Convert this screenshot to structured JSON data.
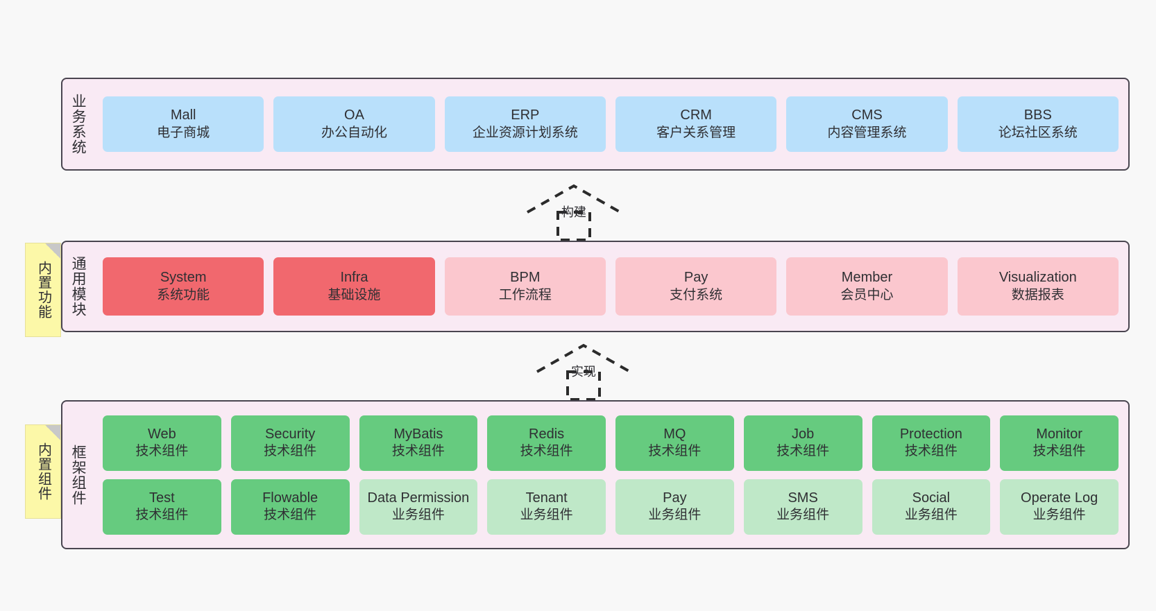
{
  "diagram": {
    "background": "#f8f8f8",
    "band_background": "#f9eaf4",
    "band_border": "#4a4550",
    "colors": {
      "business": "#b9e0fb",
      "module_core": "#f1686e",
      "module_normal": "#fbc7ce",
      "tech_component": "#66cb7f",
      "biz_component": "#bfe8c8",
      "note": "#fcf8a8",
      "note_fold": "#c8c8c8"
    }
  },
  "bands": {
    "business": {
      "label": "业务系统",
      "items": [
        {
          "title": "Mall",
          "sub": "电子商城"
        },
        {
          "title": "OA",
          "sub": "办公自动化"
        },
        {
          "title": "ERP",
          "sub": "企业资源计划系统"
        },
        {
          "title": "CRM",
          "sub": "客户关系管理"
        },
        {
          "title": "CMS",
          "sub": "内容管理系统"
        },
        {
          "title": "BBS",
          "sub": "论坛社区系统"
        }
      ]
    },
    "modules": {
      "label": "通用模块",
      "note": "内置功能",
      "items": [
        {
          "title": "System",
          "sub": "系统功能",
          "tone": "red"
        },
        {
          "title": "Infra",
          "sub": "基础设施",
          "tone": "red"
        },
        {
          "title": "BPM",
          "sub": "工作流程",
          "tone": "pink"
        },
        {
          "title": "Pay",
          "sub": "支付系统",
          "tone": "pink"
        },
        {
          "title": "Member",
          "sub": "会员中心",
          "tone": "pink"
        },
        {
          "title": "Visualization",
          "sub": "数据报表",
          "tone": "pink"
        }
      ]
    },
    "framework": {
      "label": "框架组件",
      "note": "内置组件",
      "row1": [
        {
          "title": "Web",
          "sub": "技术组件",
          "tone": "green"
        },
        {
          "title": "Security",
          "sub": "技术组件",
          "tone": "green"
        },
        {
          "title": "MyBatis",
          "sub": "技术组件",
          "tone": "green"
        },
        {
          "title": "Redis",
          "sub": "技术组件",
          "tone": "green"
        },
        {
          "title": "MQ",
          "sub": "技术组件",
          "tone": "green"
        },
        {
          "title": "Job",
          "sub": "技术组件",
          "tone": "green"
        },
        {
          "title": "Protection",
          "sub": "技术组件",
          "tone": "green"
        },
        {
          "title": "Monitor",
          "sub": "技术组件",
          "tone": "green"
        }
      ],
      "row2": [
        {
          "title": "Test",
          "sub": "技术组件",
          "tone": "green"
        },
        {
          "title": "Flowable",
          "sub": "技术组件",
          "tone": "green"
        },
        {
          "title": "Data Permission",
          "sub": "业务组件",
          "tone": "lgreen"
        },
        {
          "title": "Tenant",
          "sub": "业务组件",
          "tone": "lgreen"
        },
        {
          "title": "Pay",
          "sub": "业务组件",
          "tone": "lgreen"
        },
        {
          "title": "SMS",
          "sub": "业务组件",
          "tone": "lgreen"
        },
        {
          "title": "Social",
          "sub": "业务组件",
          "tone": "lgreen"
        },
        {
          "title": "Operate Log",
          "sub": "业务组件",
          "tone": "lgreen"
        }
      ]
    }
  },
  "connectors": [
    {
      "label": "构建",
      "name": "connector-build"
    },
    {
      "label": "实现",
      "name": "connector-implement"
    }
  ]
}
